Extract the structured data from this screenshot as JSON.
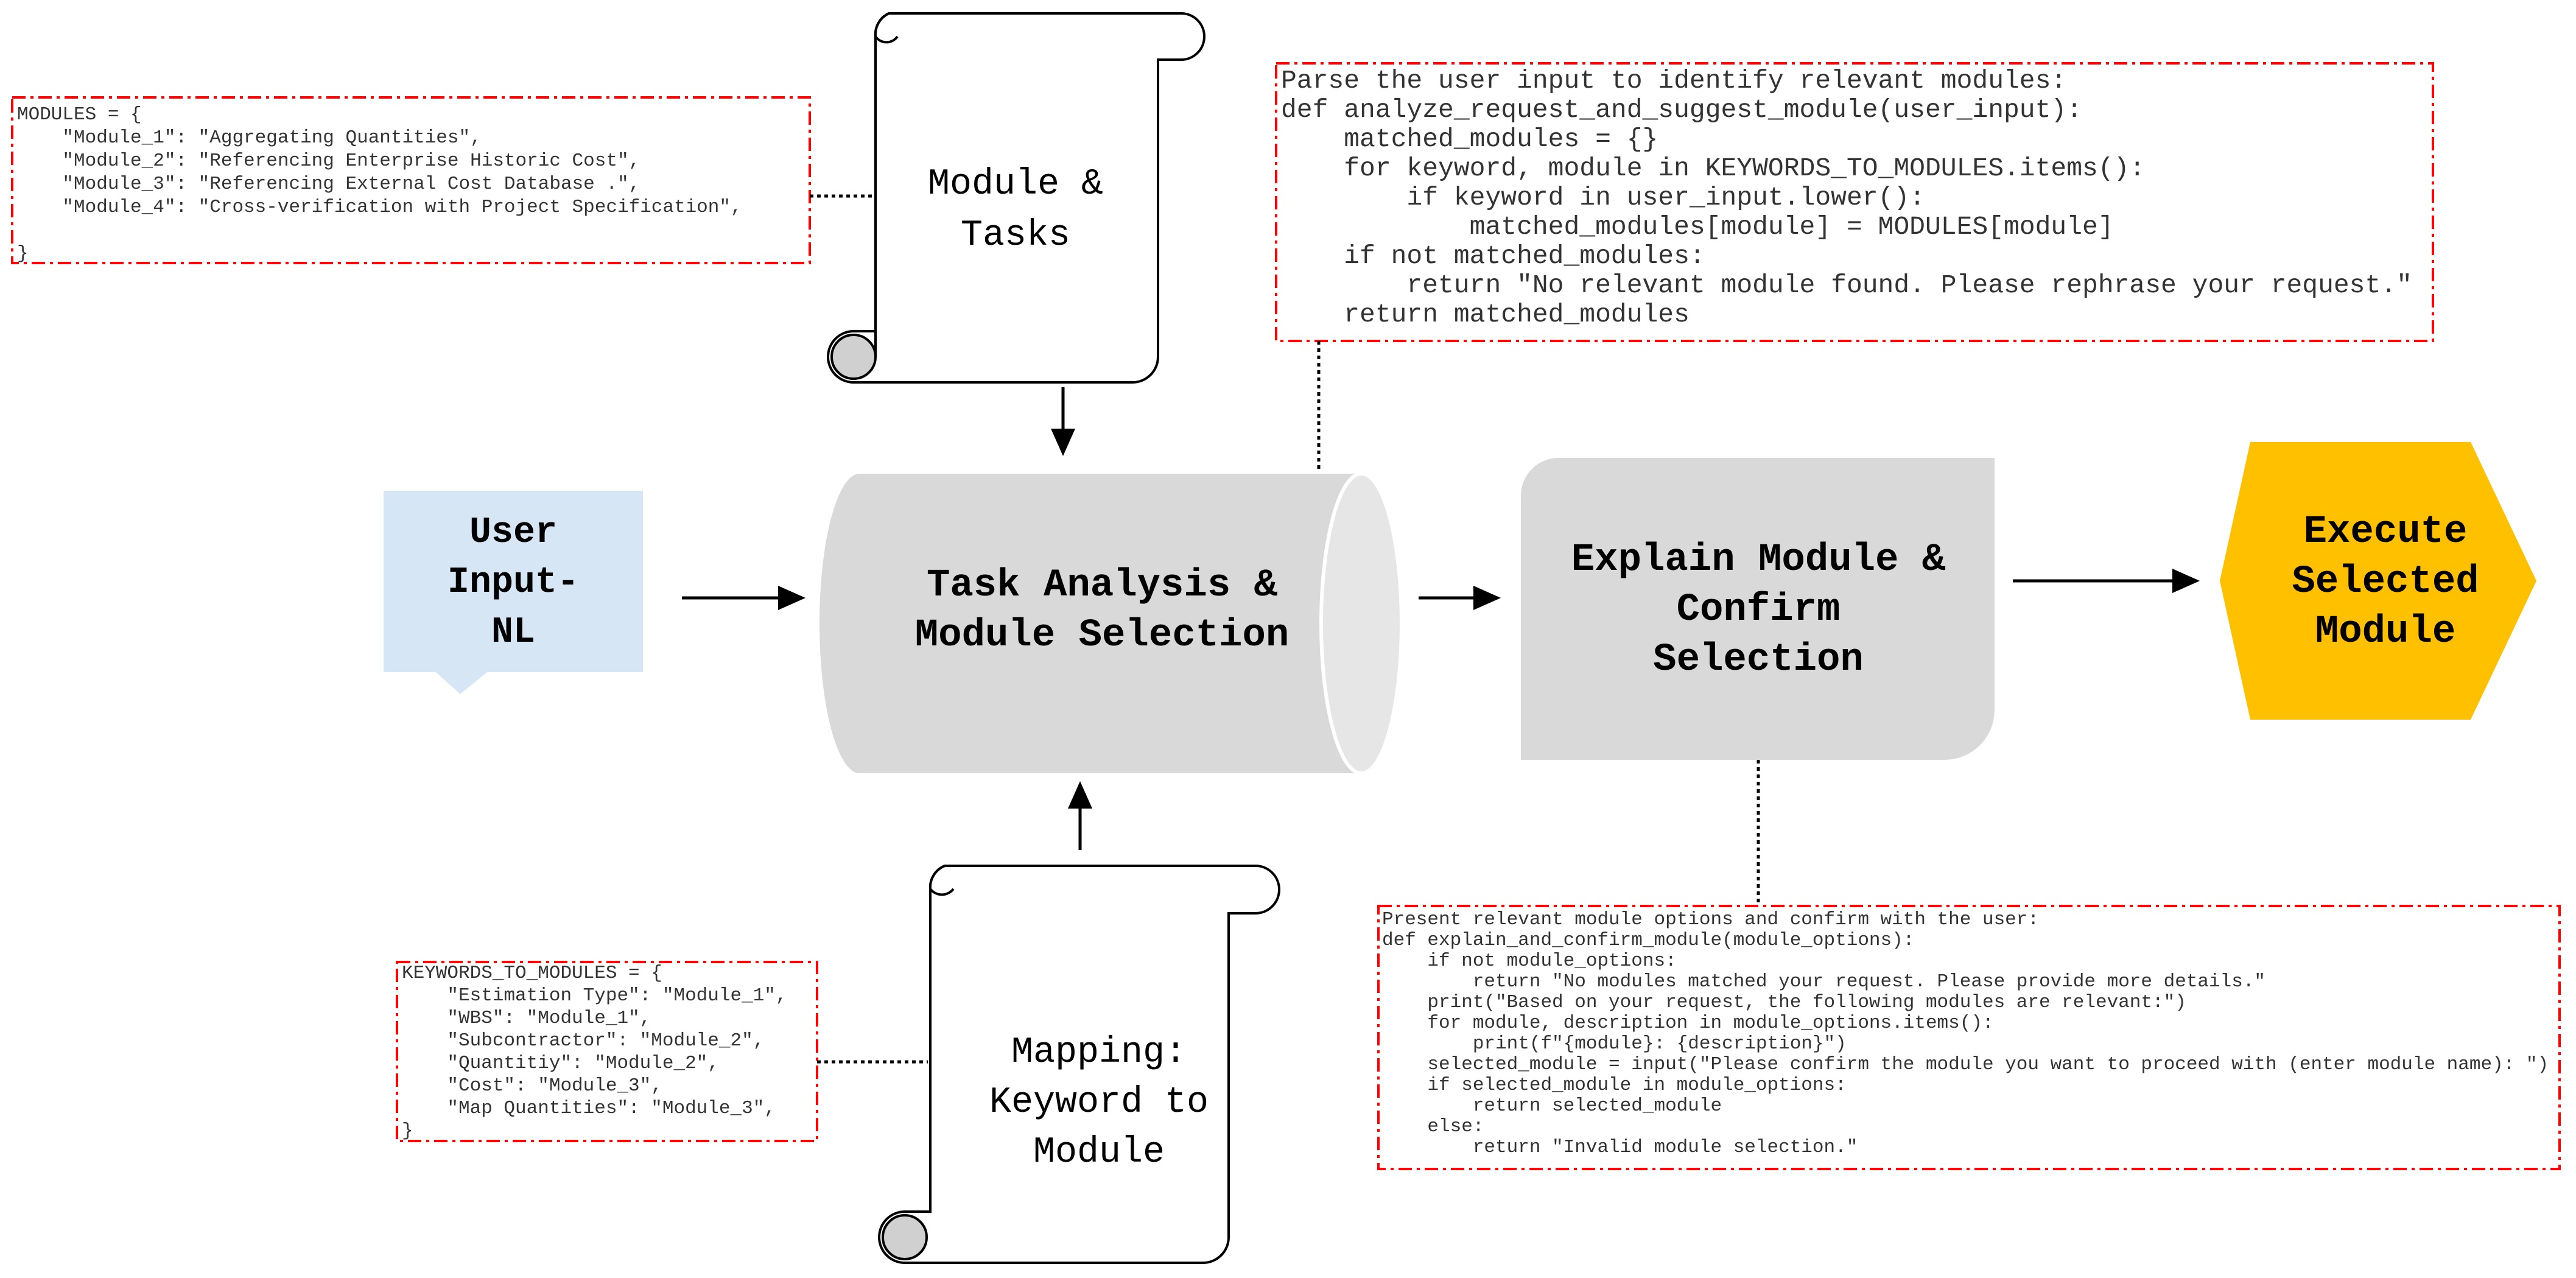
{
  "modules_code": {
    "lines": [
      "MODULES = {",
      "    \"Module_1\": \"Aggregating Quantities\",",
      "    \"Module_2\": \"Referencing Enterprise Historic Cost\",",
      "    \"Module_3\": \"Referencing External Cost Database .\",",
      "    \"Module_4\": \"Cross-verification with Project Specification\",",
      "",
      "}"
    ]
  },
  "keywords_code": {
    "lines": [
      "KEYWORDS_TO_MODULES = {",
      "    \"Estimation Type\": \"Module_1\",",
      "    \"WBS\": \"Module_1\",",
      "    \"Subcontractor\": \"Module_2\",",
      "    \"Quantitiy\": \"Module_2\",",
      "    \"Cost\": \"Module_3\",",
      "    \"Map Quantities\": \"Module_3\",",
      "}"
    ]
  },
  "analyze_code": {
    "lines": [
      "Parse the user input to identify relevant modules:",
      "def analyze_request_and_suggest_module(user_input):",
      "    matched_modules = {}",
      "    for keyword, module in KEYWORDS_TO_MODULES.items():",
      "        if keyword in user_input.lower():",
      "            matched_modules[module] = MODULES[module]",
      "    if not matched_modules:",
      "        return \"No relevant module found. Please rephrase your request.\"",
      "    return matched_modules"
    ]
  },
  "confirm_code": {
    "lines": [
      "Present relevant module options and confirm with the user:",
      "def explain_and_confirm_module(module_options):",
      "    if not module_options:",
      "        return \"No modules matched your request. Please provide more details.\"",
      "    print(\"Based on your request, the following modules are relevant:\")",
      "    for module, description in module_options.items():",
      "        print(f\"{module}: {description}\")",
      "    selected_module = input(\"Please confirm the module you want to proceed with (enter module name): \")",
      "    if selected_module in module_options:",
      "        return selected_module",
      "    else:",
      "        return \"Invalid module selection.\""
    ]
  },
  "nodes": {
    "module_tasks": [
      "Module &",
      "Tasks"
    ],
    "user_input": [
      "User",
      "Input-",
      "NL"
    ],
    "task_analysis": [
      "Task Analysis &",
      "Module Selection"
    ],
    "explain": [
      "Explain Module &",
      "Confirm",
      "Selection"
    ],
    "execute": [
      "Execute",
      "Selected",
      "Module"
    ],
    "mapping": [
      "Mapping:",
      "Keyword to",
      "Module"
    ]
  },
  "colors": {
    "user_input_fill": "#d6e6f5",
    "process_fill": "#d9d9d9",
    "execute_fill": "#ffc000",
    "code_border": "#ff0000"
  }
}
